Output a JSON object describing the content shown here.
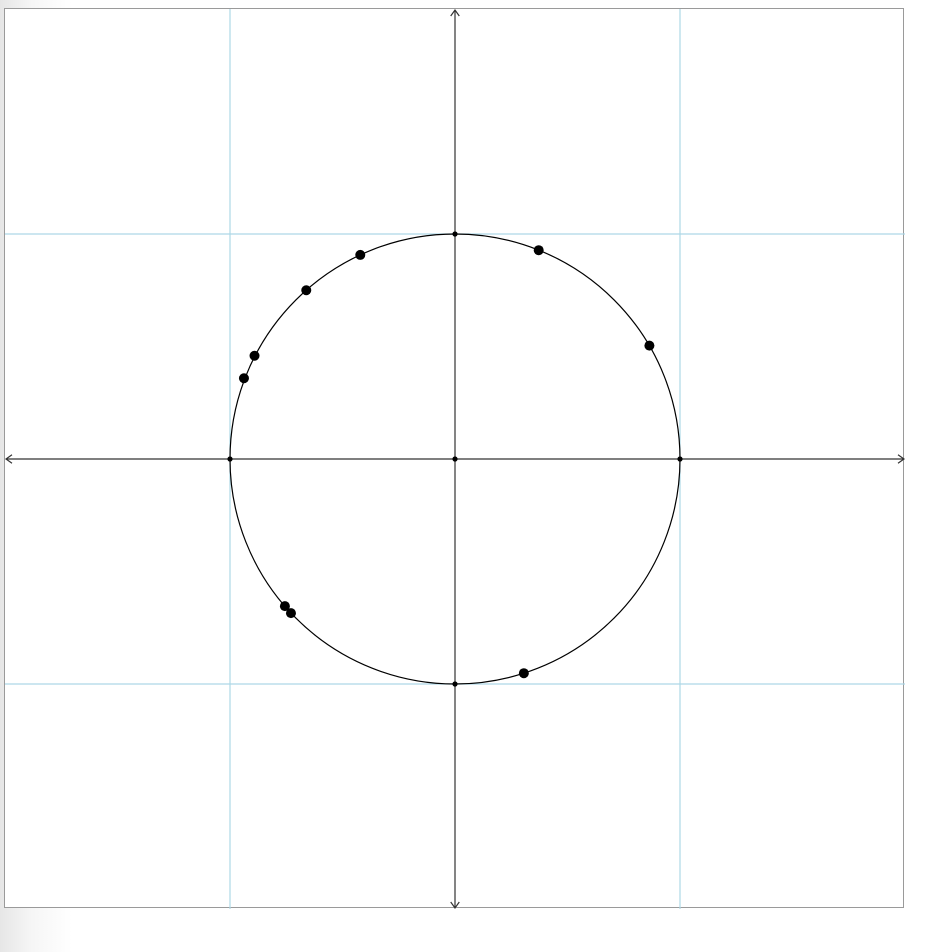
{
  "chart_data": {
    "type": "scatter",
    "title": "",
    "xlabel": "",
    "ylabel": "",
    "xlim": [
      -2,
      2
    ],
    "ylim": [
      -2,
      2
    ],
    "grid": true,
    "gridlines": [
      -1,
      1
    ],
    "axes_arrows": true,
    "reference_curve": {
      "shape": "circle",
      "center": [
        0,
        0
      ],
      "radius": 1
    },
    "reference_points": [
      {
        "x": 1,
        "y": 0
      },
      {
        "x": 0,
        "y": 1
      },
      {
        "x": -1,
        "y": 0
      },
      {
        "x": 0,
        "y": -1
      },
      {
        "x": 0,
        "y": 0
      }
    ],
    "series": [
      {
        "points": [
          {
            "x": 0.372,
            "y": 0.928
          },
          {
            "x": 0.864,
            "y": 0.504
          },
          {
            "x": -0.421,
            "y": 0.907
          },
          {
            "x": -0.661,
            "y": 0.75
          },
          {
            "x": -0.891,
            "y": 0.459
          },
          {
            "x": -0.938,
            "y": 0.359
          },
          {
            "x": -0.756,
            "y": -0.654
          },
          {
            "x": -0.729,
            "y": -0.685
          },
          {
            "x": 0.306,
            "y": -0.952
          }
        ]
      }
    ],
    "colors": {
      "grid": "#add8e6",
      "axes": "#333333",
      "curve": "#000000",
      "points": "#000000",
      "frame": "#9a9a9a"
    }
  }
}
